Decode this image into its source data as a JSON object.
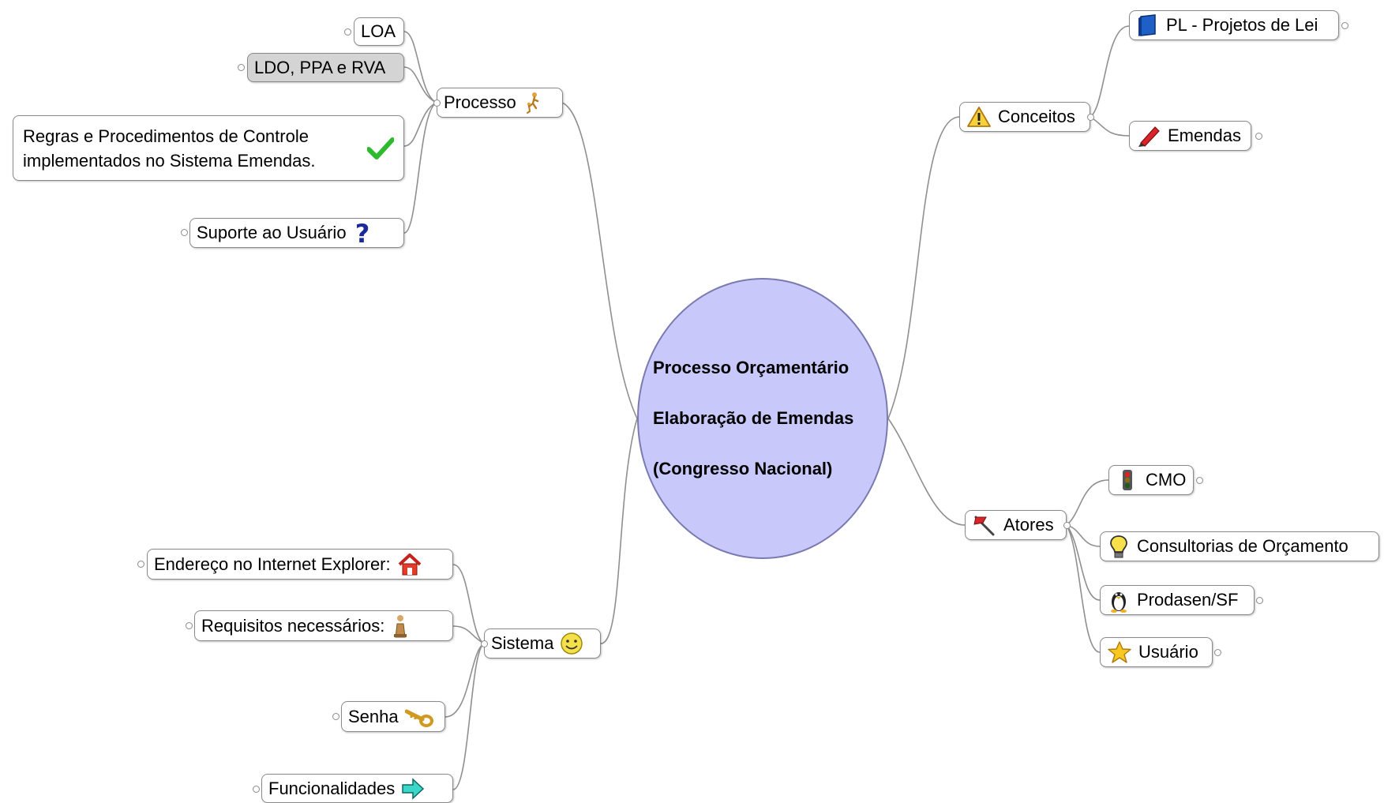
{
  "central": {
    "line1": "Processo Orçamentário",
    "line2": "Elaboração de Emendas",
    "line3": "(Congresso Nacional)"
  },
  "branches": {
    "processo": {
      "label": "Processo",
      "icon": "people-icon",
      "children": {
        "loa": {
          "label": "LOA"
        },
        "ldo": {
          "label": "LDO, PPA e RVA"
        },
        "regras": {
          "line1": "Regras e Procedimentos de Controle",
          "line2": "implementados no Sistema Emendas.",
          "icon": "checkmark-icon"
        },
        "suporte": {
          "label": "Suporte ao Usuário",
          "icon": "question-mark-icon"
        }
      }
    },
    "sistema": {
      "label": "Sistema",
      "icon": "smiley-icon",
      "children": {
        "endereco": {
          "label": "Endereço no Internet Explorer:",
          "icon": "home-icon"
        },
        "requisitos": {
          "label": "Requisitos necessários:",
          "icon": "person-icon"
        },
        "senha": {
          "label": "Senha",
          "icon": "key-icon"
        },
        "funcionalidades": {
          "label": "Funcionalidades",
          "icon": "arrow-right-icon"
        }
      }
    },
    "conceitos": {
      "label": "Conceitos",
      "icon": "warning-icon",
      "children": {
        "pl": {
          "label": "PL - Projetos de Lei",
          "icon": "book-icon"
        },
        "emendas": {
          "label": "Emendas",
          "icon": "pen-icon"
        }
      }
    },
    "atores": {
      "label": "Atores",
      "icon": "flag-icon",
      "children": {
        "cmo": {
          "label": "CMO",
          "icon": "traffic-light-icon"
        },
        "consultorias": {
          "label": "Consultorias de Orçamento",
          "icon": "lightbulb-icon"
        },
        "prodasen": {
          "label": "Prodasen/SF",
          "icon": "penguin-icon"
        },
        "usuario": {
          "label": "Usuário",
          "icon": "star-icon"
        }
      }
    }
  },
  "colors": {
    "central_fill": "#c8c8fa",
    "node_border": "#8a8a8a",
    "link": "#8f8f8f",
    "gray_node": "#d4d4d4"
  }
}
